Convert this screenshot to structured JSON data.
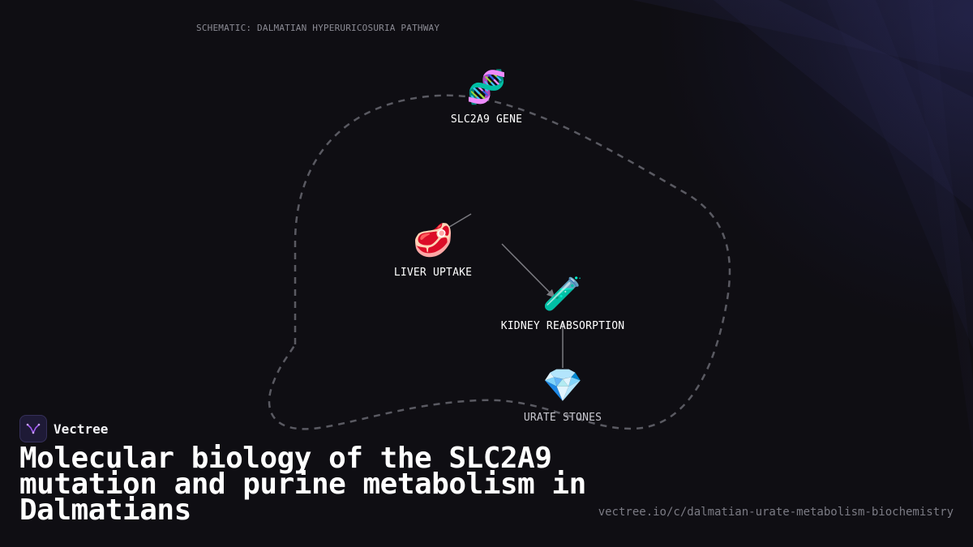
{
  "caption": "SCHEMATIC: DALMATIAN HYPERURICOSURIA PATHWAY",
  "nodes": [
    {
      "emoji": "🧬",
      "label": "SLC2A9 GENE",
      "icon": "dna-icon"
    },
    {
      "emoji": "🥩",
      "label": "LIVER UPTAKE",
      "icon": "meat-icon"
    },
    {
      "emoji": "🧪",
      "label": "KIDNEY REABSORPTION",
      "icon": "test-tube-icon"
    },
    {
      "emoji": "💎",
      "label": "URATE STONES",
      "icon": "gem-icon"
    }
  ],
  "brand": {
    "name": "Vectree",
    "accent": "#a05cf0"
  },
  "title": "Molecular biology of the SLC2A9 mutation and purine metabolism in Dalmatians",
  "url": "vectree.io/c/dalmatian-urate-metabolism-biochemistry",
  "colors": {
    "background": "#0f0e13",
    "outline": "#5a5a62",
    "connector": "#7a7a80"
  }
}
